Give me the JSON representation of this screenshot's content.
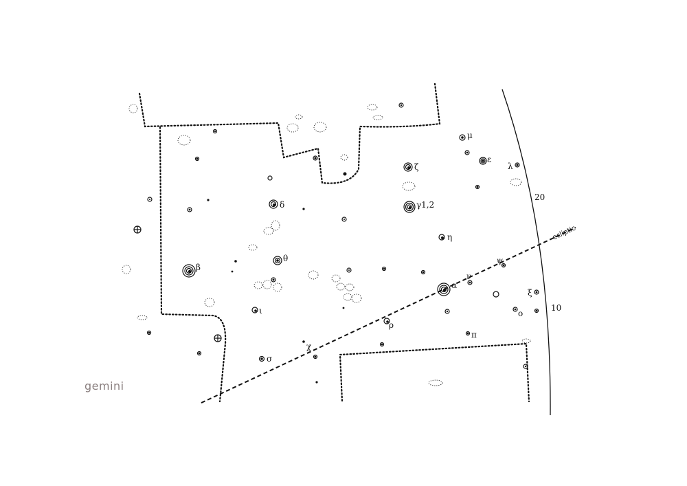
{
  "title": "gemini",
  "ecliptic_label": "ecliptic",
  "tick_labels": {
    "t20": "20",
    "t10": "10"
  },
  "star_labels": {
    "mu": "μ",
    "epsilon": "ε",
    "lambda": "λ",
    "zeta": "ζ",
    "delta": "δ",
    "gamma": "γ1,2",
    "eta": "η",
    "theta": "θ",
    "beta": "β",
    "psi": "ψ",
    "nu": "ν",
    "alpha": "α",
    "xi": "ξ",
    "omicron": "ο",
    "iota": "ι",
    "rho": "ρ",
    "pi": "π",
    "chi": "χ",
    "sigma": "σ"
  },
  "colors": {
    "ink": "#111111",
    "title": "#8a7f7f",
    "background": "#ffffff"
  }
}
